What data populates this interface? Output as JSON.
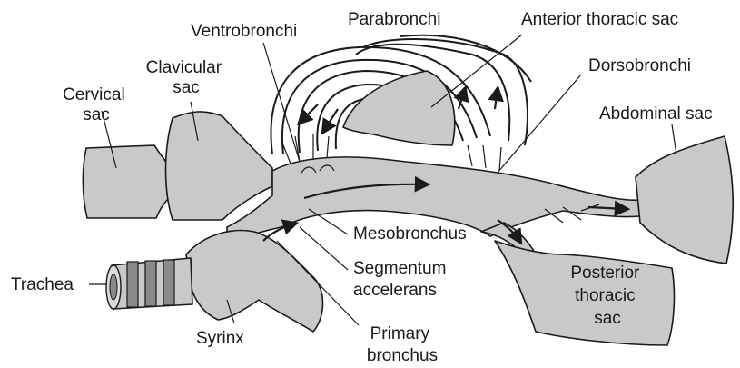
{
  "labels": {
    "cervical_sac": [
      "Cervical",
      "sac"
    ],
    "clavicular_sac": [
      "Clavicular",
      "sac"
    ],
    "ventrobronchi": "Ventrobronchi",
    "parabronchi": "Parabronchi",
    "anterior_thoracic_sac": "Anterior thoracic sac",
    "dorsobronchi": "Dorsobronchi",
    "abdominal_sac": "Abdominal sac",
    "mesobronchus": "Mesobronchus",
    "segmentum_accelerans": [
      "Segmentum",
      "accelerans"
    ],
    "trachea": "Trachea",
    "syrinx": "Syrinx",
    "primary_bronchus": [
      "Primary",
      "bronchus"
    ],
    "posterior_thoracic_sac": [
      "Posterior",
      "thoracic",
      "sac"
    ]
  },
  "colors": {
    "fill": "#c9c9c9",
    "line": "#1a1a1a",
    "background": "#ffffff"
  }
}
